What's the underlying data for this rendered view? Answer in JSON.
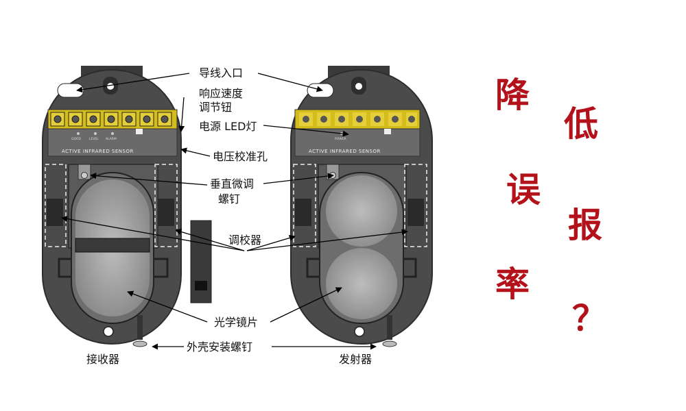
{
  "labels": {
    "wire_inlet": "导线入口",
    "response_speed_1": "响应速度",
    "response_speed_2": "调节钮",
    "power_led": "电源 LED灯",
    "voltage_hole": "电压校准孔",
    "vertical_screw_1": "垂直微调",
    "vertical_screw_2": "螺钉",
    "calibrator": "调校器",
    "optical_lens": "光学镜片",
    "housing_screw": "外壳安装螺钉",
    "receiver": "接收器",
    "transmitter": "发射器"
  },
  "panel": {
    "sensor_name": "ACTIVE INFRARED SENSOR",
    "receiver_indicators": [
      "GOOD",
      "LEVEL",
      "ALARM"
    ],
    "transmitter_indicator": "POWER"
  },
  "headline": {
    "col1": [
      "降",
      "误",
      "率"
    ],
    "col2": [
      "低",
      "报",
      "？"
    ]
  },
  "colors": {
    "headline": "#b3121a",
    "housing": "#4a4a4a",
    "terminal": "#d4bc1a"
  }
}
